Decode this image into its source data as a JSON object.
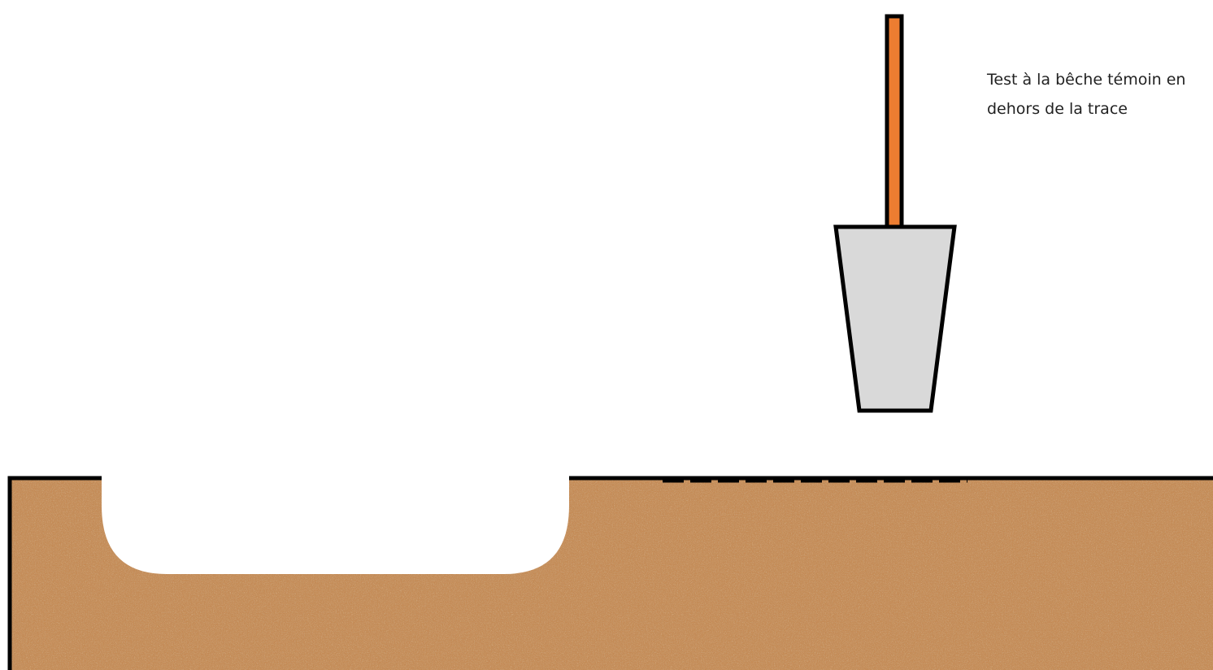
{
  "caption": {
    "line1": "Test à la bêche témoin en",
    "line2": "dehors de la trace"
  },
  "colors": {
    "soil": "#c48a55",
    "soil_dark": "#9a6236",
    "soil_light": "#e0b584",
    "spade_blade": "#d9d9d9",
    "spade_handle": "#ed7d31",
    "outline": "#000000"
  },
  "icons": {
    "spade": "spade-icon",
    "soil": "soil-texture"
  }
}
